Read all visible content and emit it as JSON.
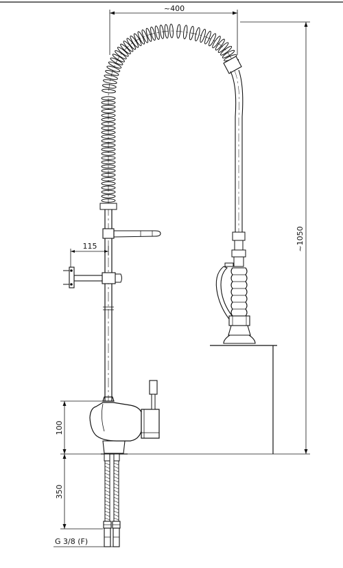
{
  "dimensions": {
    "width_label": "~400",
    "height_label": "~1050",
    "arm_offset_label": "115",
    "body_height_label": "100",
    "hose_length_label": "350",
    "connection_label": "G 3/8 (F)"
  },
  "colors": {
    "line": "#111111",
    "paper": "#ffffff",
    "fill": "#f2f2f2"
  }
}
